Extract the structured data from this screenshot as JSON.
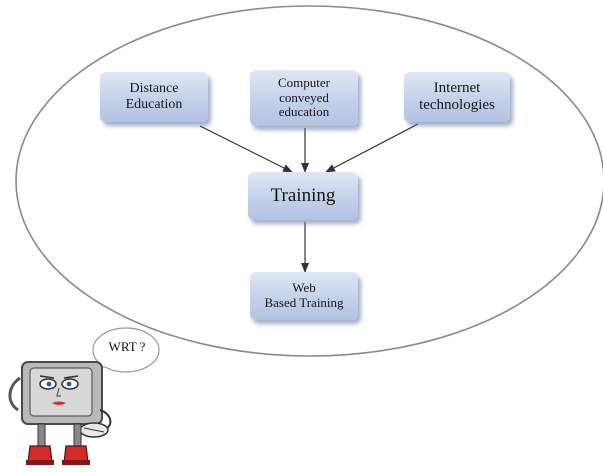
{
  "diagram": {
    "nodes": {
      "distance_education": "Distance\nEducation",
      "computer_conveyed_education": "Computer\nconveyed\neducation",
      "internet_technologies": "Internet\ntechnologies",
      "training": "Training",
      "web_based_training": "Web\nBased Training"
    },
    "edges": [
      {
        "from": "Distance Education",
        "to": "Training"
      },
      {
        "from": "Computer conveyed education",
        "to": "Training"
      },
      {
        "from": "Internet technologies",
        "to": "Training"
      },
      {
        "from": "Training",
        "to": "Web Based Training"
      }
    ]
  },
  "mascot": {
    "speech_bubble": "WRT ?",
    "icon": "computer-robot-mascot"
  },
  "colors": {
    "node_fill": "#c3d1ea",
    "ellipse_stroke": "#8a8a8a",
    "arrow": "#333333",
    "robot_feet": "#d42a2a"
  }
}
